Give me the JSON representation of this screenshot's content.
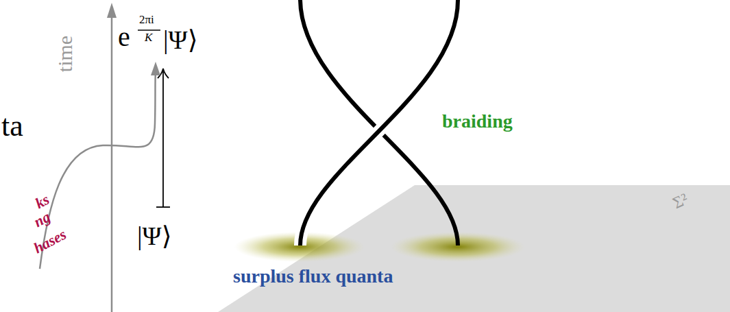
{
  "diagram": {
    "labels": [
      "time",
      "e",
      "2πi",
      "K",
      "|Ψ⟩",
      "|Ψ⟩",
      "ta",
      "ks",
      "ng",
      "hases",
      "braiding",
      "surplus flux quanta",
      "Σ²"
    ]
  }
}
